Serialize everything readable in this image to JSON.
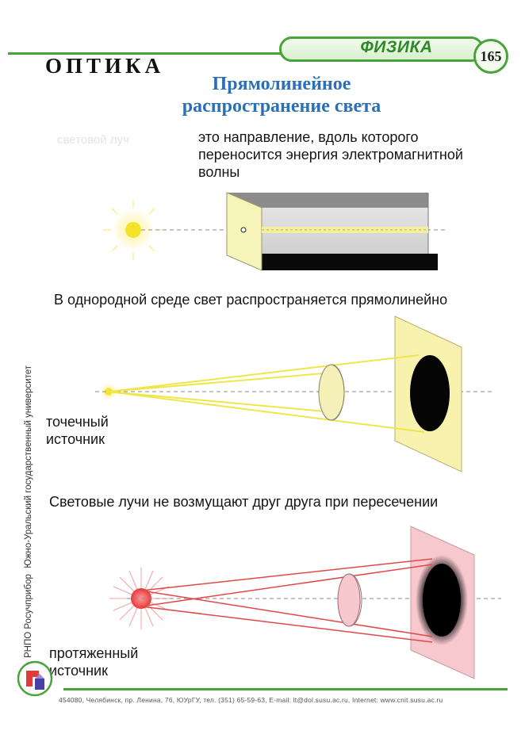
{
  "header": {
    "subject": "ФИЗИКА",
    "page_number": "165",
    "section": "ОПТИКА",
    "topic_line1": "Прямолинейное",
    "topic_line2": "распространение света",
    "accent_color": "#49a33b",
    "topic_color": "#2b6fb5"
  },
  "definition": {
    "term": "световой луч",
    "line1": "это направление, вдоль которого",
    "line2": "переносится энергия  электромагнитной",
    "line3": "волны"
  },
  "statements": {
    "homogeneous": "В однородной среде свет распространяется прямолинейно",
    "point_source_line1": "точечный",
    "point_source_line2": "источник",
    "no_interference": "Световые лучи не возмущают друг друга при пересечении",
    "extended_source_line1": "протяженный",
    "extended_source_line2": "источник"
  },
  "sidebar": {
    "publisher": "РНПО Росучприбор",
    "university": "Южно-Уральский государственный университет"
  },
  "footer": {
    "address": "454080, Челябинск, пр. Ленина, 76, ЮУрГУ, тел. (351) 65-59-63, E-mail: lt@dol.susu.ac.ru, Internet: www.cnit.susu.ac.ru"
  },
  "icons": {
    "sun": "sun-icon",
    "point_source": "point-light-icon",
    "extended_source": "extended-light-icon",
    "logo": "publisher-logo-icon"
  }
}
